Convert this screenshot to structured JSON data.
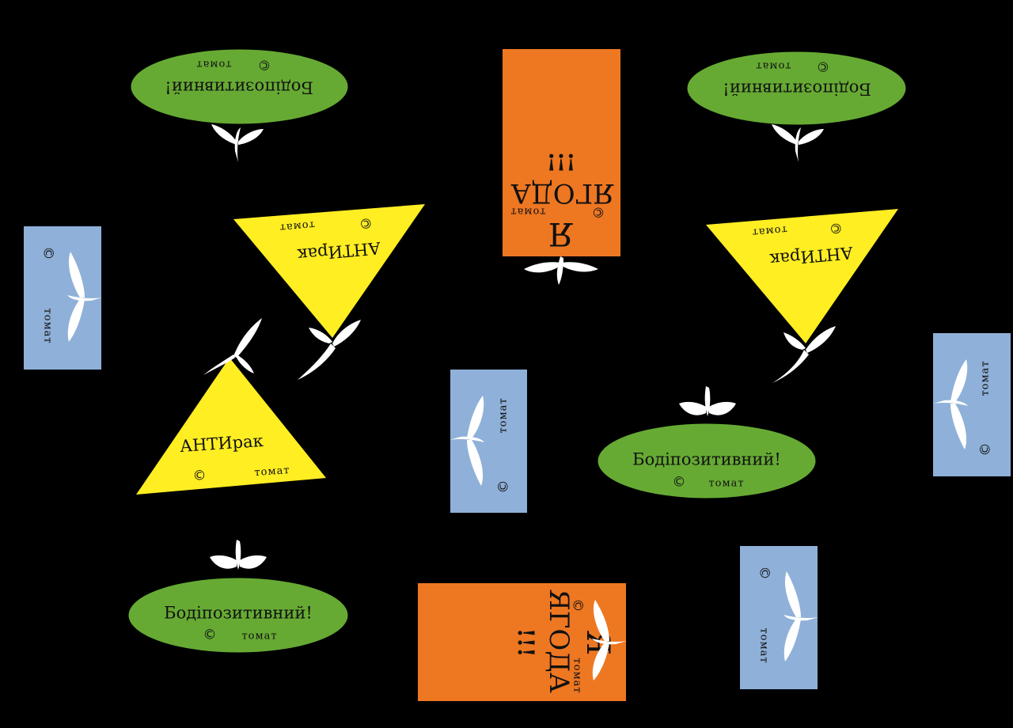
{
  "colors": {
    "background": "#000000",
    "leaf": "#ffffff",
    "ellipse": "#66aa33",
    "triangle": "#ffee22",
    "rectangle_orange": "#ee7722",
    "rectangle_blue": "#8fb0d8"
  },
  "labels": {
    "bodypositive": "Бодіпозитивний!",
    "antirak": "АНТИрак",
    "brand": "томат",
    "copyright": "©",
    "berry_top": "Я",
    "berry_bottom": "ЯГОДА",
    "berry_marks": "!!!"
  },
  "icons": [
    "leaf-sprout-icon",
    "copyright-icon"
  ]
}
